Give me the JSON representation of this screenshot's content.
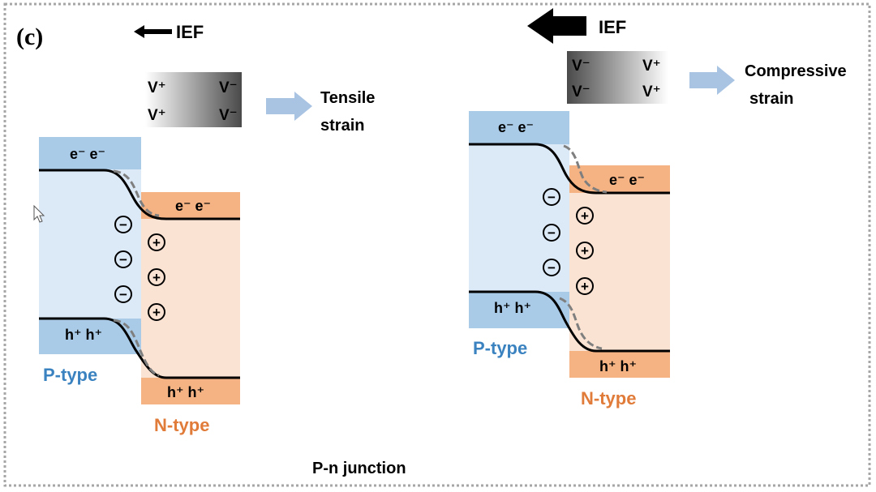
{
  "panel_label": "(c)",
  "caption": "P-n junction",
  "left": {
    "ief_label": "IEF",
    "ion_left_col": [
      "V⁺",
      "V⁺"
    ],
    "ion_right_col": [
      "V⁻",
      "V⁻"
    ],
    "strain_line1": "Tensile",
    "strain_line2": "strain",
    "p_electrons": "e⁻ e⁻",
    "p_holes": "h⁺ h⁺",
    "n_electrons": "e⁻ e⁻",
    "n_holes": "h⁺ h⁺",
    "p_type_label": "P-type",
    "n_type_label": "N-type",
    "minus_sign": "−",
    "plus_sign": "+"
  },
  "right": {
    "ief_label": "IEF",
    "ion_left_col": [
      "V⁻",
      "V⁻"
    ],
    "ion_right_col": [
      "V⁺",
      "V⁺"
    ],
    "strain_line1": "Compressive",
    "strain_line2": "strain",
    "p_electrons": "e⁻ e⁻",
    "p_holes": "h⁺ h⁺",
    "n_electrons": "e⁻ e⁻",
    "n_holes": "h⁺ h⁺",
    "p_type_label": "P-type",
    "n_type_label": "N-type",
    "minus_sign": "−",
    "plus_sign": "+"
  },
  "colors": {
    "p_region": "#dce9f6",
    "p_band": "#a9cbe8",
    "n_region": "#fbe3d3",
    "n_band": "#f5b384",
    "strain_arrow": "#a9c3e3",
    "border": "#a6a6a6"
  }
}
